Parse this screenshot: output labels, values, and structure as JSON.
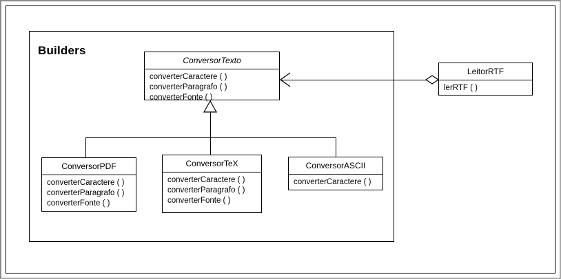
{
  "diagram": {
    "title": "Builders",
    "package_label": "Builders",
    "classes": [
      {
        "id": "conversor-texto",
        "name": "ConversorTexto",
        "abstract": true,
        "members": [
          "converterCaractere ( )",
          "converterParagrafo ( )",
          "converterFonte ( )"
        ]
      },
      {
        "id": "leitor-rtf",
        "name": "LeitorRTF",
        "abstract": false,
        "members": [
          "lerRTF ( )"
        ]
      },
      {
        "id": "conversor-pdf",
        "name": "ConversorPDF",
        "abstract": false,
        "members": [
          "converterCaractere ( )",
          "converterParagrafo ( )",
          "converterFonte ( )"
        ]
      },
      {
        "id": "conversor-tex",
        "name": "ConversorTeX",
        "abstract": false,
        "members": [
          "converterCaractere ( )",
          "converterParagrafo ( )",
          "converterFonte ( )"
        ]
      },
      {
        "id": "conversor-ascii",
        "name": "ConversorASCII",
        "abstract": false,
        "members": [
          "converterCaractere ( )"
        ]
      }
    ],
    "relationships": [
      {
        "kind": "aggregation-association",
        "from": "leitor-rtf",
        "to": "conversor-texto",
        "source_decoration": "hollow-diamond",
        "target_decoration": "open-arrow"
      },
      {
        "kind": "generalization",
        "from": "conversor-pdf",
        "to": "conversor-texto"
      },
      {
        "kind": "generalization",
        "from": "conversor-tex",
        "to": "conversor-texto"
      },
      {
        "kind": "generalization",
        "from": "conversor-ascii",
        "to": "conversor-texto"
      }
    ],
    "colors": {
      "stroke": "#000000",
      "fill": "#ffffff",
      "window_border": "#a9a9a9"
    }
  }
}
